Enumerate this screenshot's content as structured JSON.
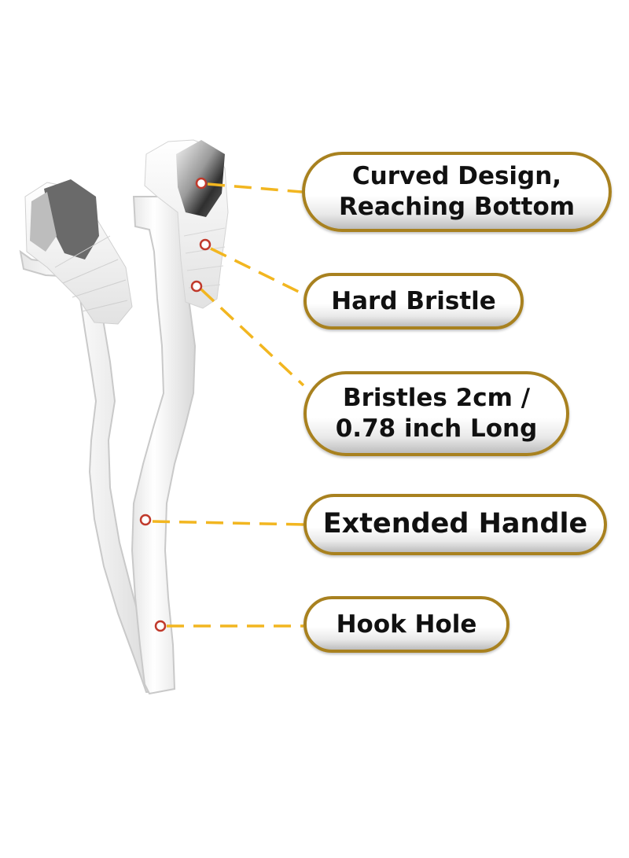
{
  "callouts": [
    {
      "id": "curved-design",
      "lines": [
        "Curved Design,",
        "Reaching Bottom"
      ]
    },
    {
      "id": "hard-bristle",
      "lines": [
        "Hard Bristle"
      ]
    },
    {
      "id": "bristle-length",
      "lines": [
        "Bristles 2cm /",
        "0.78 inch Long"
      ]
    },
    {
      "id": "extended-handle",
      "lines": [
        "Extended Handle"
      ]
    },
    {
      "id": "hook-hole",
      "lines": [
        "Hook Hole"
      ]
    }
  ],
  "colors": {
    "pill_border": "#a8811f",
    "leader_line": "#f2b620",
    "marker_ring": "#c0392b",
    "handle": "#ffffff",
    "bristle_dark": "#3a3a3a",
    "bristle_gray": "#8a8a8a"
  }
}
